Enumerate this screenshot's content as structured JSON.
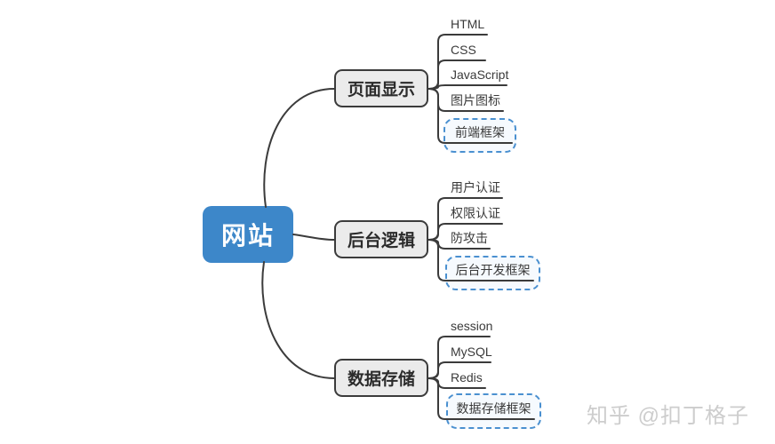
{
  "root": {
    "label": "网站"
  },
  "branches": [
    {
      "label": "页面显示",
      "children": [
        {
          "label": "HTML",
          "framed": false
        },
        {
          "label": "CSS",
          "framed": false
        },
        {
          "label": "JavaScript",
          "framed": false
        },
        {
          "label": "图片图标",
          "framed": false
        },
        {
          "label": "前端框架",
          "framed": true
        }
      ]
    },
    {
      "label": "后台逻辑",
      "children": [
        {
          "label": "用户认证",
          "framed": false
        },
        {
          "label": "权限认证",
          "framed": false
        },
        {
          "label": "防攻击",
          "framed": false
        },
        {
          "label": "后台开发框架",
          "framed": true
        }
      ]
    },
    {
      "label": "数据存储",
      "children": [
        {
          "label": "session",
          "framed": false
        },
        {
          "label": "MySQL",
          "framed": false
        },
        {
          "label": "Redis",
          "framed": false
        },
        {
          "label": "数据存储框架",
          "framed": true
        }
      ]
    }
  ],
  "watermark": {
    "text": "知乎 @扣丁格子"
  },
  "colors": {
    "root_fill": "#3d87c9",
    "root_text": "#ffffff",
    "branch_fill": "#ebebeb",
    "branch_border": "#3b3b3b",
    "line": "#3b3b3b",
    "boundary_border": "#4a90d0",
    "leaf_text": "#3a3a3a",
    "watermark_text": "#cdcdcd",
    "background": "#ffffff"
  }
}
